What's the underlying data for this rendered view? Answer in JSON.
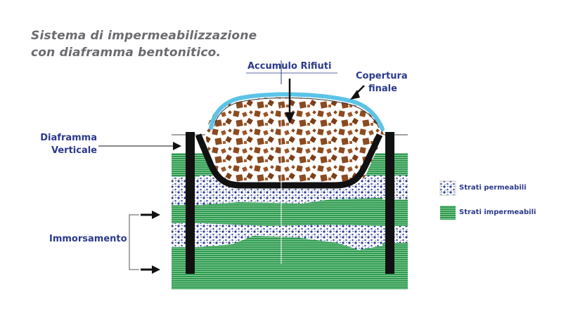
{
  "title": {
    "line1": "Sistema di impermeabilizzazione",
    "line2": "con diaframma bentonitico."
  },
  "labels": {
    "waste": "Accumulo Rifiuti",
    "cover_line1": "Copertura",
    "cover_line2": "finale",
    "diaphragm_line1": "Diaframma",
    "diaphragm_line2": "Verticale",
    "embedding": "Immorsamento"
  },
  "legend": {
    "permeable": "Strati permeabili",
    "impermeable": "Strati impermeabili"
  },
  "colors": {
    "label_blue": "#2b3a8c",
    "title_gray": "#6b6b70",
    "cover_blue": "#5cc3e8",
    "waste_brown": "#8b4a1f",
    "impermeable_green": "#2e9a4e",
    "permeable_dots": "#2b3a8c",
    "barrier_black": "#111111"
  }
}
